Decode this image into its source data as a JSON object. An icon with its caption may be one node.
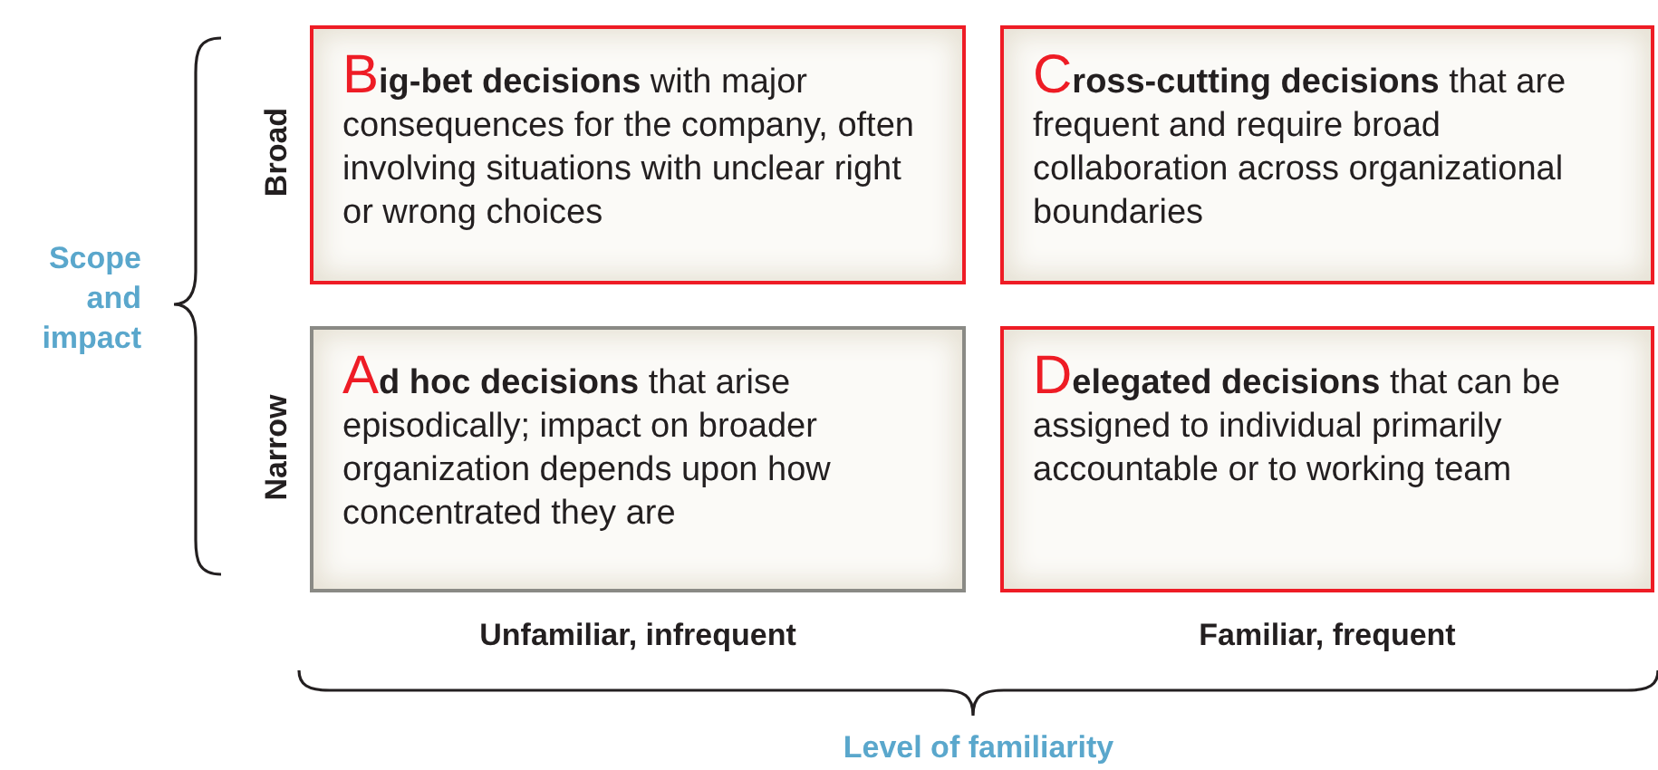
{
  "diagram": {
    "nodes": [
      {
        "text": [
          "**Big-bet decisions** with major consequences for the company, often involving situations with unclear right or wrong choices"
        ]
      },
      {
        "text": [
          "**Cross-cutting decisions** that are frequent and require broad collaboration across organizational boundaries"
        ]
      },
      {
        "text": [
          "**Ad hoc decisions** that arise episodically; impact on broader organization depends upon how concentrated they are"
        ]
      },
      {
        "text": [
          "**Delegated decisions** that can be assigned to individual primarily accountable or to working team"
        ]
      }
    ],
    "edges": [],
    "labels": [
      "Broad",
      "Scope and impact",
      "Narrow",
      "Unfamiliar, infrequent",
      "Familiar, frequent",
      "Level of familiarity"
    ]
  }
}
